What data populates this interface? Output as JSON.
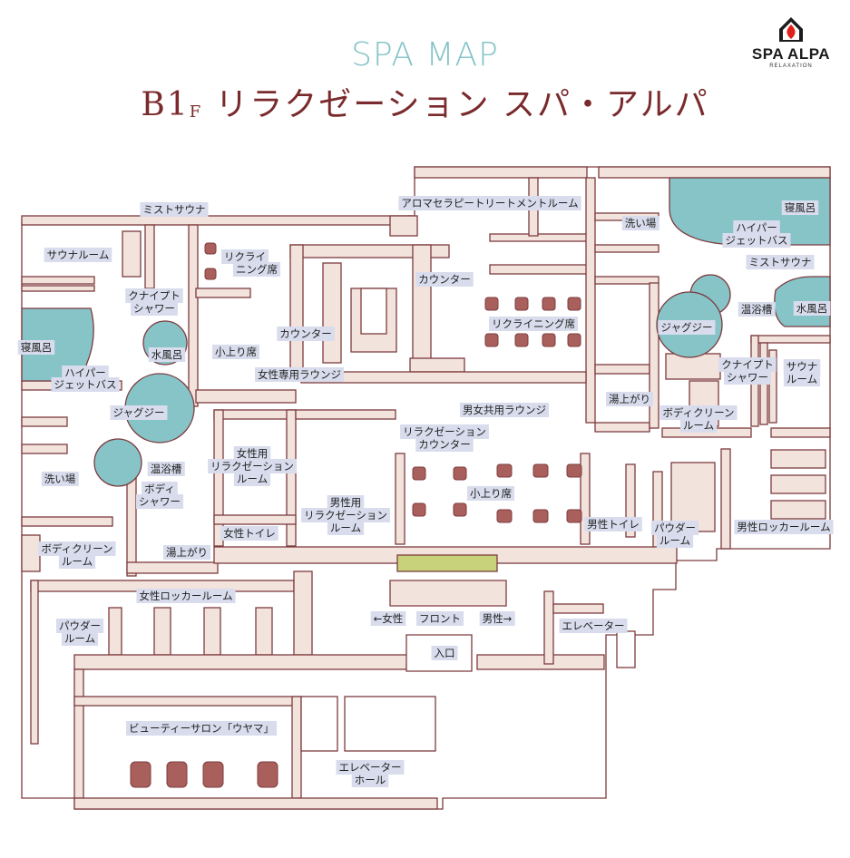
{
  "header": {
    "title_en": "SPA MAP",
    "floor": "B1",
    "floor_suffix": "F",
    "facility_name": "リラクゼーション スパ・アルパ"
  },
  "logo": {
    "name": "SPA ALPA",
    "subtitle": "RELAXATION",
    "icon": "flame-house-icon",
    "color": "#e2201b"
  },
  "colors": {
    "wall": "#7d3b3e",
    "wall_fill": "#f3e3dd",
    "water": "#86c4c8",
    "label_bg": "#d8dcec",
    "furniture": "#a9605c",
    "bench": "#c8d27a"
  },
  "labels": [
    "ミストサウナ",
    "アロマセラピートリートメントルーム",
    "寝風呂",
    "サウナルーム",
    "リクライ",
    "ニング席",
    "洗い場",
    "ハイパー",
    "ジェットバス",
    "ミストサウナ",
    "カウンター",
    "クナイプト",
    "シャワー",
    "温浴槽",
    "水風呂",
    "リクライニング席",
    "カウンター",
    "ジャグジー",
    "水風呂",
    "小上り席",
    "寝風呂",
    "ハイパー",
    "ジェットバス",
    "女性専用ラウンジ",
    "クナイプト",
    "シャワー",
    "サウナ",
    "ルーム",
    "湯上がり",
    "ジャグジー",
    "男女共用ラウンジ",
    "ボディクリーン",
    "ルーム",
    "リラクゼーション",
    "カウンター",
    "女性用",
    "リラクゼーション",
    "ルーム",
    "温浴槽",
    "洗い場",
    "ボディ",
    "シャワー",
    "小上り席",
    "男性用",
    "リラクゼーション",
    "ルーム",
    "女性トイレ",
    "男性トイレ",
    "パウダー",
    "ルーム",
    "男性ロッカールーム",
    "ボディクリーン",
    "ルーム",
    "湯上がり",
    "女性ロッカールーム",
    "←女性",
    "フロント",
    "男性→",
    "エレベーター",
    "パウダー",
    "ルーム",
    "入口",
    "ビューティーサロン「ウヤマ」",
    "エレベーター",
    "ホール"
  ]
}
